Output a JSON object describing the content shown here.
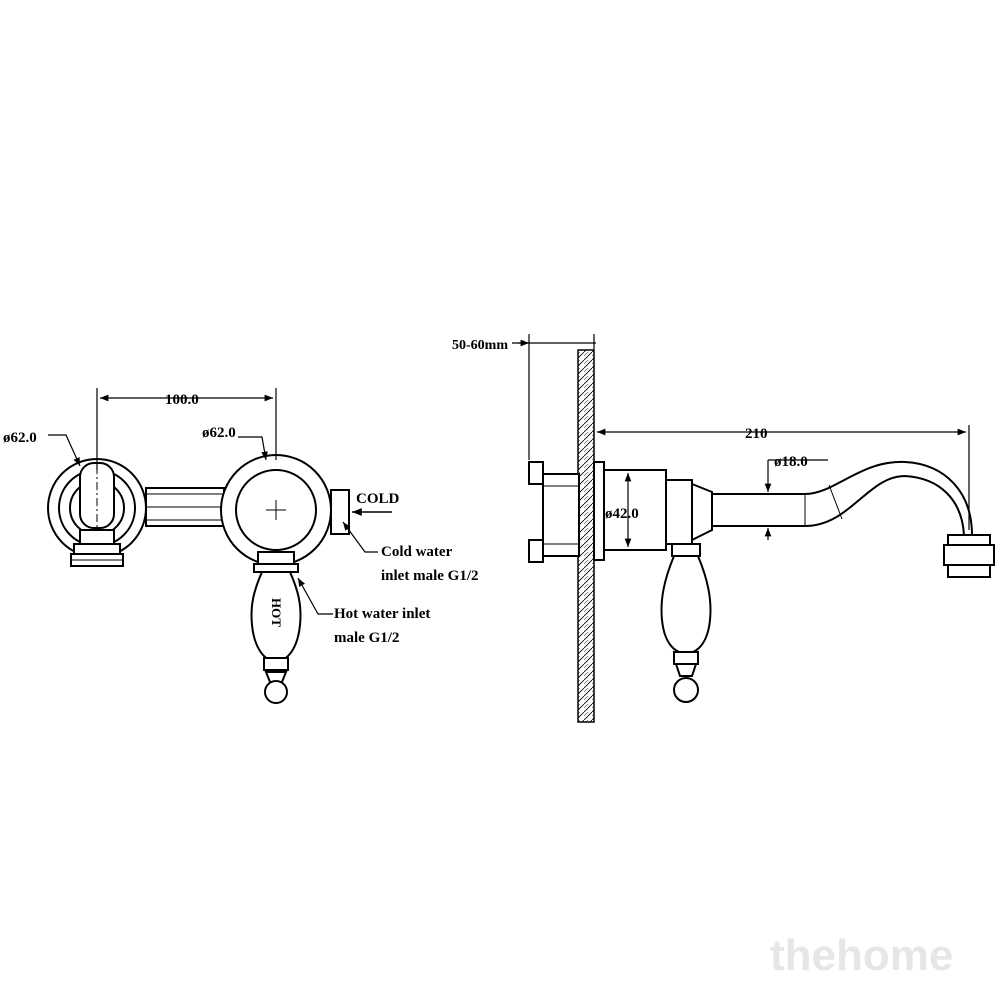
{
  "front_view": {
    "dim_centers": "100.0",
    "dim_left_diameter": "ø62.0",
    "dim_right_diameter": "ø62.0",
    "label_cold": "COLD",
    "label_hot": "HOT",
    "note_cold_line1": "Cold water",
    "note_cold_line2": "inlet male G1/2",
    "note_hot_line1": "Hot water inlet",
    "note_hot_line2": "male G1/2"
  },
  "side_view": {
    "dim_wall_depth": "50-60mm",
    "dim_spout_length": "210",
    "dim_spout_diameter": "ø18.0",
    "dim_body_diameter": "ø42.0"
  },
  "watermark": "thehome"
}
